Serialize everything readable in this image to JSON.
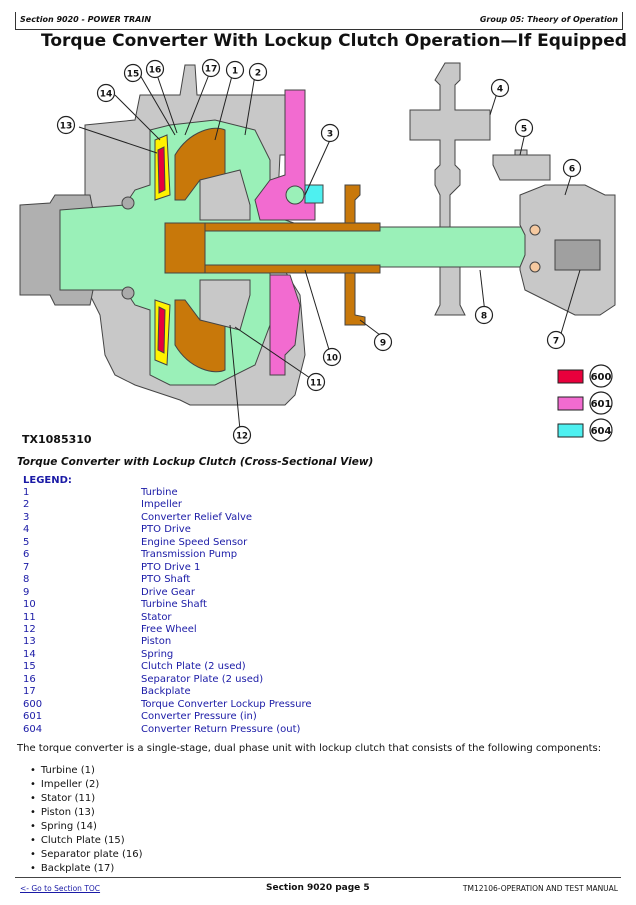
{
  "header": {
    "section": "Section 9020 - POWER TRAIN",
    "group": "Group 05: Theory of Operation"
  },
  "page_title": "Torque Converter With Lockup Clutch Operation—If Equipped",
  "figure": {
    "id": "TX1085310",
    "caption": "Torque Converter with Lockup Clutch (Cross-Sectional View)",
    "callouts": [
      "1",
      "2",
      "3",
      "4",
      "5",
      "6",
      "7",
      "8",
      "9",
      "10",
      "11",
      "12",
      "13",
      "14",
      "15",
      "16",
      "17"
    ],
    "color_key": [
      {
        "code": "600",
        "color": "#e8003c"
      },
      {
        "code": "601",
        "color": "#f26bd0"
      },
      {
        "code": "604",
        "color": "#4ef0f0"
      }
    ],
    "colors": {
      "housing": "#c8c8c8",
      "fluid_green": "#9af0b8",
      "shaft_brown": "#c8780a",
      "piston_yellow": "#fff200",
      "pressure_red": "#e8003c",
      "pressure_pink": "#f26bd0",
      "return_cyan": "#4ef0f0"
    }
  },
  "legend": {
    "heading": "LEGEND:",
    "items": [
      {
        "num": "1",
        "label": "Turbine"
      },
      {
        "num": "2",
        "label": "Impeller"
      },
      {
        "num": "3",
        "label": "Converter Relief Valve"
      },
      {
        "num": "4",
        "label": "PTO Drive"
      },
      {
        "num": "5",
        "label": "Engine Speed Sensor"
      },
      {
        "num": "6",
        "label": "Transmission Pump"
      },
      {
        "num": "7",
        "label": "PTO Drive 1"
      },
      {
        "num": "8",
        "label": "PTO Shaft"
      },
      {
        "num": "9",
        "label": "Drive Gear"
      },
      {
        "num": "10",
        "label": "Turbine Shaft"
      },
      {
        "num": "11",
        "label": "Stator"
      },
      {
        "num": "12",
        "label": "Free Wheel"
      },
      {
        "num": "13",
        "label": "Piston"
      },
      {
        "num": "14",
        "label": "Spring"
      },
      {
        "num": "15",
        "label": "Clutch Plate (2 used)"
      },
      {
        "num": "16",
        "label": "Separator Plate (2 used)"
      },
      {
        "num": "17",
        "label": "Backplate"
      },
      {
        "num": "600",
        "label": "Torque Converter Lockup Pressure"
      },
      {
        "num": "601",
        "label": "Converter Pressure (in)"
      },
      {
        "num": "604",
        "label": "Converter Return Pressure (out)"
      }
    ]
  },
  "body": {
    "intro": "The torque converter is a single-stage, dual phase unit with lockup clutch that consists of the following components:",
    "components": [
      "Turbine (1)",
      "Impeller (2)",
      "Stator (11)",
      "Piston (13)",
      "Spring (14)",
      "Clutch Plate (15)",
      "Separator plate (16)",
      "Backplate (17)"
    ]
  },
  "footer": {
    "toc_link": "<- Go to Section TOC",
    "page": "Section 9020 page 5",
    "manual": "TM12106-OPERATION AND TEST MANUAL"
  }
}
